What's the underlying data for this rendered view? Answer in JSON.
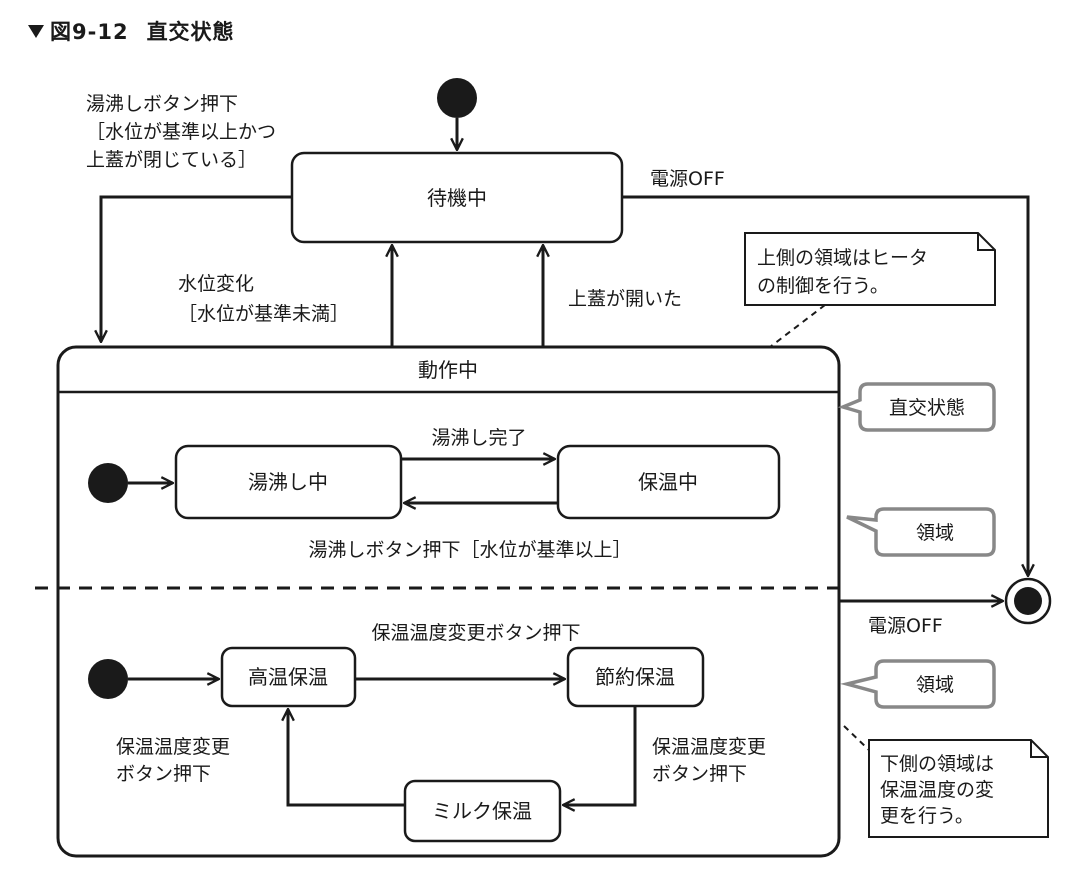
{
  "figure": {
    "number": "図9-12",
    "title": "直交状態"
  },
  "states": {
    "idle": "待機中",
    "operating": "動作中",
    "boiling": "湯沸し中",
    "keeping_warm": "保温中",
    "high_temp": "高温保温",
    "saving": "節約保温",
    "milk": "ミルク保温"
  },
  "transitions": {
    "boil_button_lines": [
      "湯沸しボタン押下",
      "［水位が基準以上かつ",
      "上蓋が閉じている］"
    ],
    "power_off_top": "電源OFF",
    "water_change_lines": [
      "水位変化",
      "［水位が基準未満］"
    ],
    "lid_open": "上蓋が開いた",
    "boil_done": "湯沸し完了",
    "boil_button_level": "湯沸しボタン押下［水位が基準以上］",
    "temp_change": "保温温度変更ボタン押下",
    "temp_change_left_lines": [
      "保温温度変更",
      "ボタン押下"
    ],
    "temp_change_right_lines": [
      "保温温度変更",
      "ボタン押下"
    ],
    "power_off_bottom": "電源OFF"
  },
  "callouts": {
    "orthogonal": "直交状態",
    "region_1": "領域",
    "region_2": "領域"
  },
  "notes": {
    "upper_lines": [
      "上側の領域はヒータ",
      "の制御を行う。"
    ],
    "lower_lines": [
      "下側の領域は",
      "保温温度の変",
      "更を行う。"
    ]
  }
}
